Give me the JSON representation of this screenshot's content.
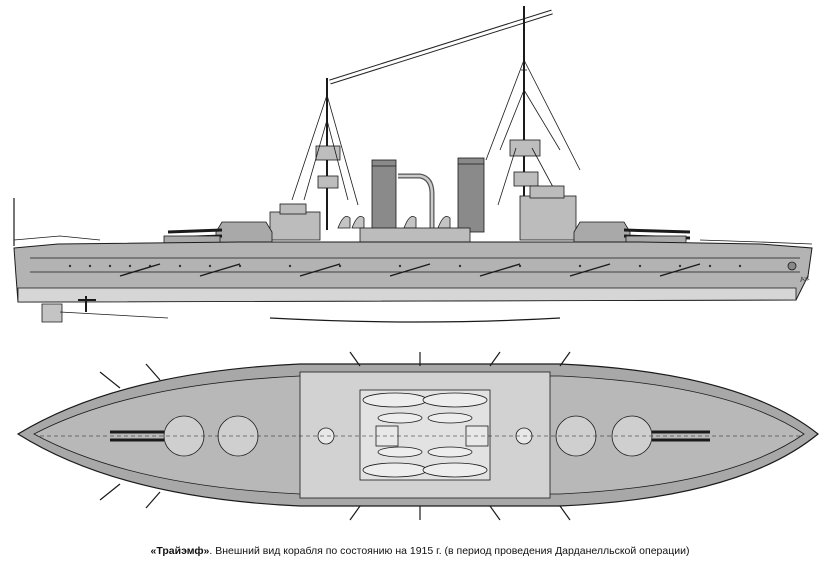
{
  "caption": {
    "ship_name": "«Трайэмф»",
    "text": ". Внешний вид корабля по состоянию на 1915 г. (в период проведения Дарданелльской операции)"
  },
  "signature": "Аж",
  "colors": {
    "hull": "#b3b3b3",
    "hull_dark": "#8f8f8f",
    "deck": "#a8a8a8",
    "boot_topping": "#d6d6d6",
    "line": "#1a1a1a"
  }
}
